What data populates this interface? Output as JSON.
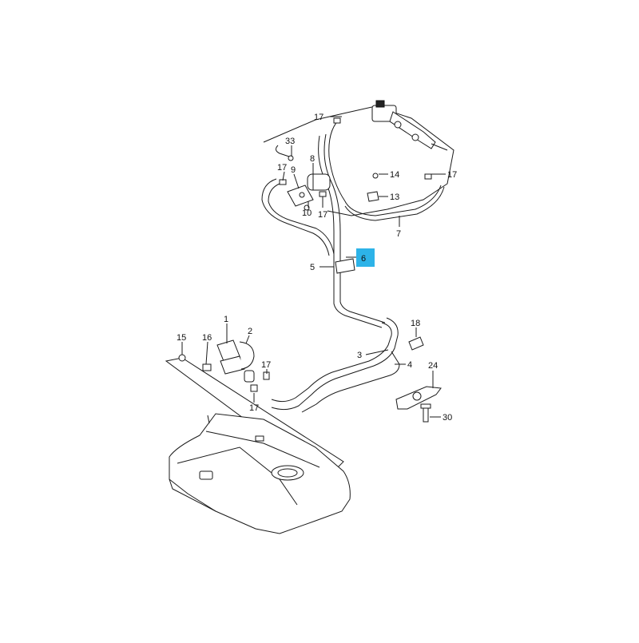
{
  "diagram": {
    "highlight_color": "#2db3e8",
    "callouts": [
      {
        "id": "c17a",
        "label": "17"
      },
      {
        "id": "c33",
        "label": "33"
      },
      {
        "id": "c8",
        "label": "8"
      },
      {
        "id": "c9",
        "label": "9"
      },
      {
        "id": "c17b",
        "label": "17"
      },
      {
        "id": "c10",
        "label": "10"
      },
      {
        "id": "c17c",
        "label": "17"
      },
      {
        "id": "c14",
        "label": "14"
      },
      {
        "id": "c17d",
        "label": "17"
      },
      {
        "id": "c13",
        "label": "13"
      },
      {
        "id": "c7",
        "label": "7"
      },
      {
        "id": "c6",
        "label": "6",
        "highlighted": true
      },
      {
        "id": "c5",
        "label": "5"
      },
      {
        "id": "c18",
        "label": "18"
      },
      {
        "id": "c1",
        "label": "1"
      },
      {
        "id": "c2",
        "label": "2"
      },
      {
        "id": "c15",
        "label": "15"
      },
      {
        "id": "c16",
        "label": "16"
      },
      {
        "id": "c3",
        "label": "3"
      },
      {
        "id": "c4",
        "label": "4"
      },
      {
        "id": "c17e",
        "label": "17"
      },
      {
        "id": "c24",
        "label": "24"
      },
      {
        "id": "c17f",
        "label": "17"
      },
      {
        "id": "c30",
        "label": "30"
      }
    ]
  }
}
